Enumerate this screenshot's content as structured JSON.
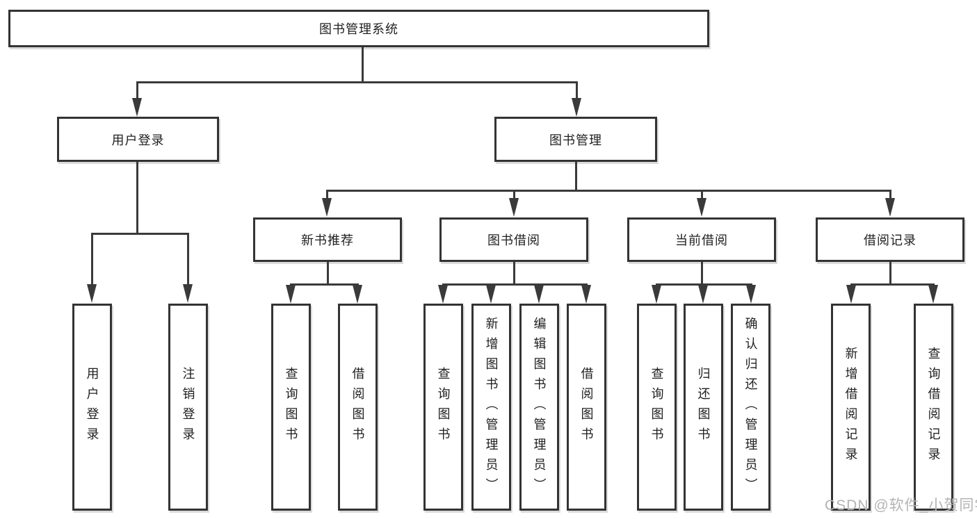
{
  "diagram": {
    "root": {
      "label": "图书管理系统"
    },
    "level2": {
      "user_login": {
        "label": "用户登录"
      },
      "book_management": {
        "label": "图书管理"
      }
    },
    "level3": {
      "new_book_recommendation": {
        "label": "新书推荐"
      },
      "book_borrowing": {
        "label": "图书借阅"
      },
      "current_borrowing": {
        "label": "当前借阅"
      },
      "borrowing_records": {
        "label": "借阅记录"
      }
    },
    "leaves": {
      "user_login": {
        "label": "用户登录"
      },
      "logout": {
        "label": "注销登录"
      },
      "query_books_recommend": {
        "label": "查询图书"
      },
      "borrow_books_recommend": {
        "label": "借阅图书"
      },
      "query_books_borrowing": {
        "label": "查询图书"
      },
      "add_book_admin": {
        "label": "新增图书（管理员）"
      },
      "edit_book_admin": {
        "label": "编辑图书（管理员）"
      },
      "borrow_books_borrowing": {
        "label": "借阅图书"
      },
      "query_books_current": {
        "label": "查询图书"
      },
      "return_books": {
        "label": "归还图书"
      },
      "confirm_return_admin": {
        "label": "确认归还（管理员）"
      },
      "add_borrow_record": {
        "label": "新增借阅记录"
      },
      "query_borrow_record": {
        "label": "查询借阅记录"
      }
    }
  },
  "watermark": {
    "text": "CSDN @软件_小贺同学"
  },
  "colors": {
    "line": "#3a3a3a",
    "box_border": "#333333",
    "text": "#1f1f1f",
    "background": "#ffffff",
    "watermark": "#b3b3b3"
  }
}
